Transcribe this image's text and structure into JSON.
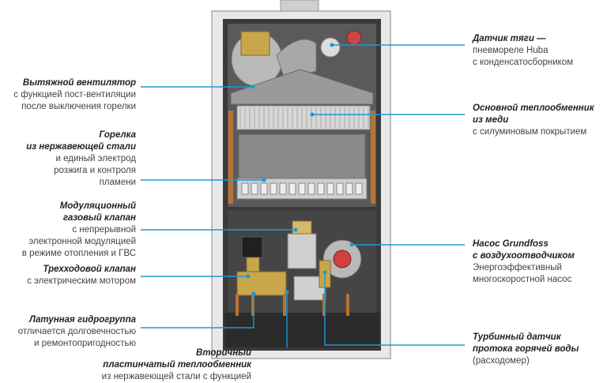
{
  "labels": {
    "draft_sensor": {
      "title": [
        "Датчик тяги —"
      ],
      "desc": [
        "пневмореле Huba",
        "с конденсатосборником"
      ]
    },
    "fan": {
      "title": [
        "Вытяжной вентилятор"
      ],
      "desc": [
        "с функцией пост-вентиляции",
        "после выключения горелки"
      ]
    },
    "heat_exchanger": {
      "title": [
        "Основной теплообменник",
        "из меди"
      ],
      "desc": [
        "с силуминовым покрытием"
      ]
    },
    "burner": {
      "title": [
        "Горелка",
        "из нержавеющей стали"
      ],
      "desc": [
        "и единый электрод",
        "розжига и контроля",
        "пламени"
      ]
    },
    "gas_valve": {
      "title": [
        "Модуляционный",
        "газовый клапан"
      ],
      "desc": [
        "с непрерывной",
        "электронной модуляцией",
        "в режиме отопления и ГВС"
      ]
    },
    "pump": {
      "title": [
        "Насос Grundfoss",
        "с воздухоотводчиком"
      ],
      "desc": [
        "Энергоэффективный",
        "многоскоростной насос"
      ]
    },
    "three_way_valve": {
      "title": [
        "Трехходовой клапан"
      ],
      "desc": [
        "с электрическим мотором"
      ]
    },
    "hydro_group": {
      "title": [
        "Латунная гидрогруппа"
      ],
      "desc": [
        "отличается долговечностью",
        "и ремонтопригодностью"
      ]
    },
    "flow_sensor": {
      "title": [
        "Турбинный датчик",
        "протока горячей воды"
      ],
      "desc": [
        "(расходомер)"
      ]
    },
    "secondary_exchanger": {
      "title": [
        "Вторичный",
        "пластинчатый теплообменник"
      ],
      "desc": [
        "из нержавеющей стали с функцией"
      ]
    }
  },
  "colors": {
    "leader_line": "#1a9ad6",
    "dot": "#1a9ad6",
    "casing": "#e6e6e6",
    "copper": "#b87333"
  }
}
